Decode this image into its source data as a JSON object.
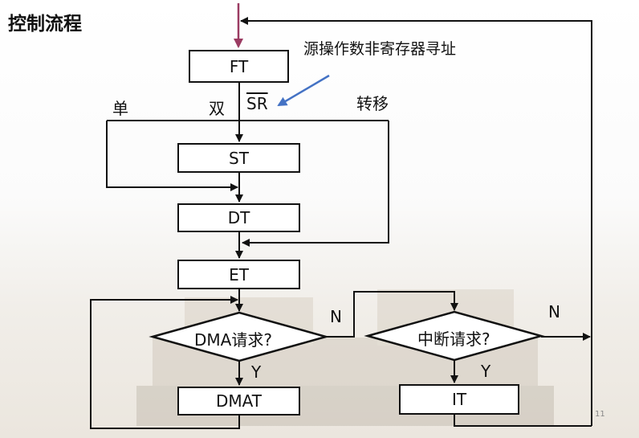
{
  "title": "控制流程",
  "notes": {
    "addressing": "源操作数非寄存器寻址",
    "single": "单",
    "double": "双",
    "sr": "SR",
    "transfer": "转移"
  },
  "boxes": {
    "ft": "FT",
    "st": "ST",
    "dt": "DT",
    "et": "ET",
    "dmat": "DMAT",
    "it": "IT"
  },
  "decisions": {
    "dma": "DMA请求?",
    "interrupt": "中断请求?"
  },
  "branch_labels": {
    "dma_no": "N",
    "dma_yes": "Y",
    "int_no": "N",
    "int_yes": "Y"
  },
  "page_number": "11",
  "colors": {
    "entry_arrow": "#9b3b62",
    "pointer_arrow": "#4472c4",
    "line": "#111111"
  }
}
